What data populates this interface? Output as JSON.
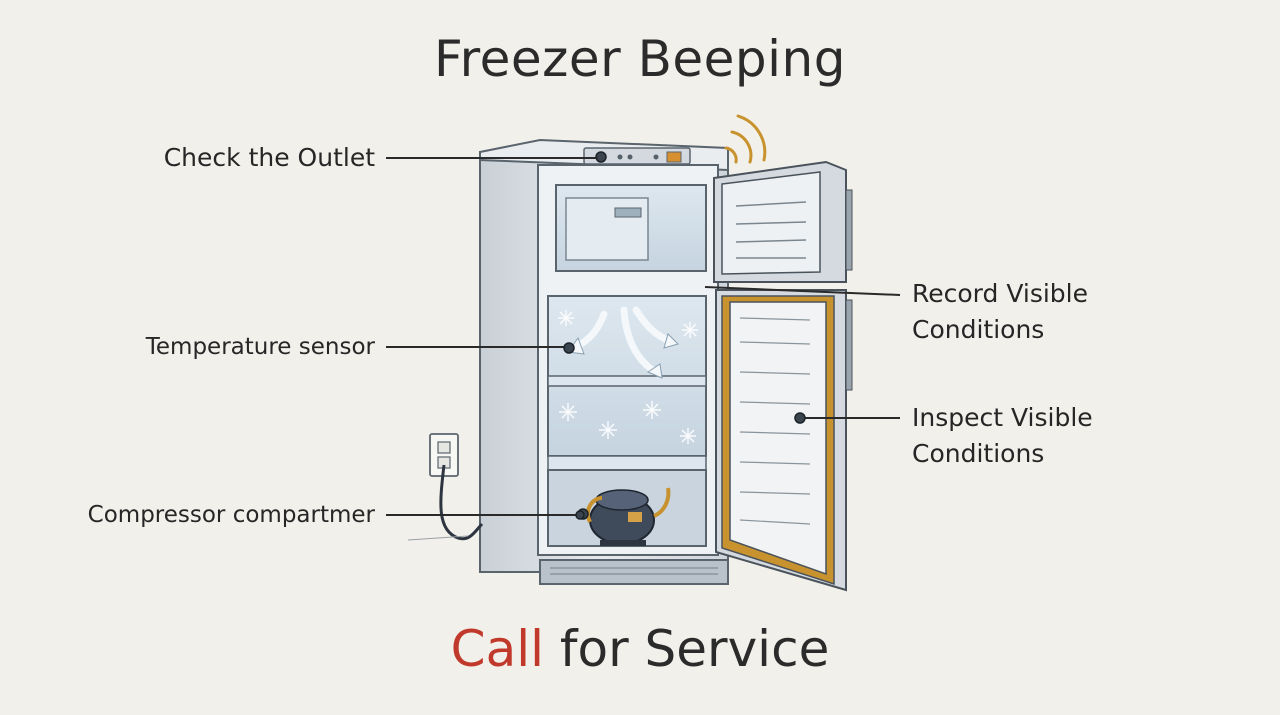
{
  "title": "Freezer Beeping",
  "labels": {
    "outlet": "Check the Outlet",
    "sensor": "Temperature sensor",
    "compressor": "Compressor compartmer",
    "record": [
      "Record Visible",
      "Conditions"
    ],
    "inspect": [
      "Inspect Visible",
      "Conditions"
    ]
  },
  "footer": {
    "accent_word": "Call",
    "rest": " for Service"
  },
  "colors": {
    "background": "#f2f0ea",
    "accent": "#c0392b",
    "gasket": "#c8922e",
    "line": "#2a2a2a"
  },
  "icons": [
    "sound-wave-icon",
    "wall-outlet-icon",
    "compressor-icon",
    "snowflake-icon",
    "airflow-arrow-icon"
  ]
}
